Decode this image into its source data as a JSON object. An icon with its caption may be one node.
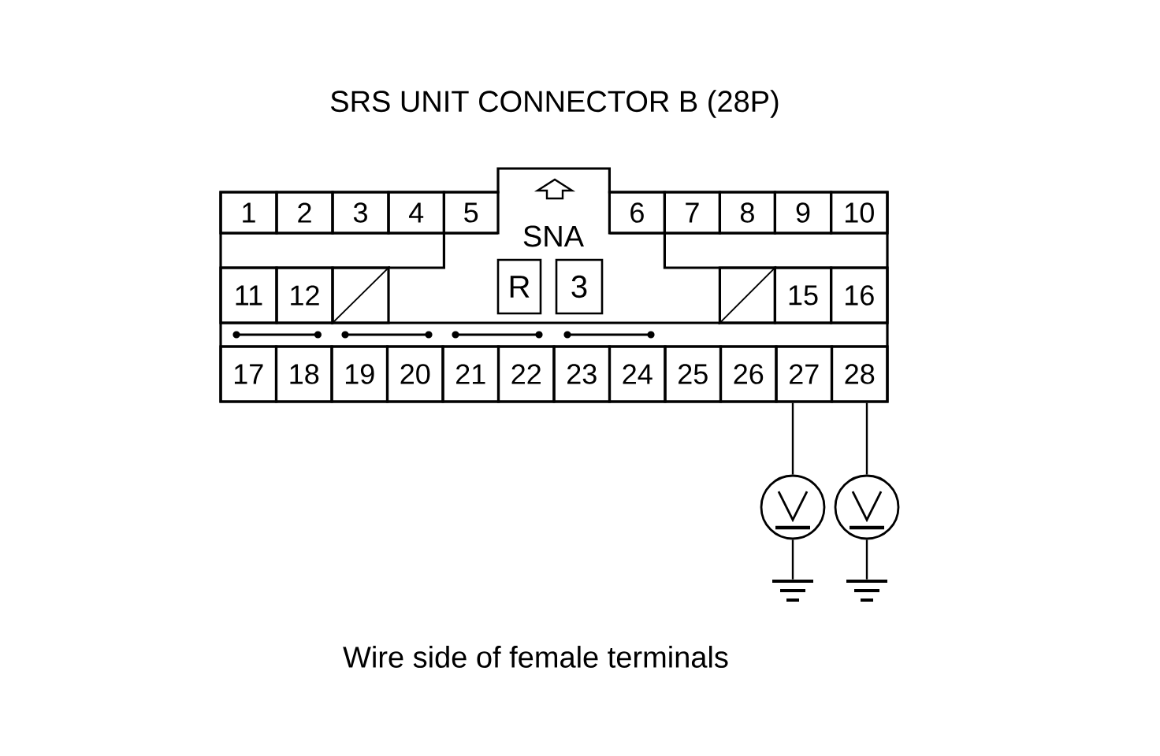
{
  "diagram": {
    "title": "SRS UNIT CONNECTOR B (28P)",
    "caption": "Wire side of female terminals",
    "nodes": [
      {
        "text": [
          "1"
        ]
      },
      {
        "text": [
          "2"
        ]
      },
      {
        "text": [
          "3"
        ]
      },
      {
        "text": [
          "4"
        ]
      },
      {
        "text": [
          "5"
        ]
      },
      {
        "text": [
          "6"
        ]
      },
      {
        "text": [
          "7"
        ]
      },
      {
        "text": [
          "8"
        ]
      },
      {
        "text": [
          "9"
        ]
      },
      {
        "text": [
          "10"
        ]
      },
      {
        "text": [
          "11"
        ]
      },
      {
        "text": [
          "12"
        ]
      },
      {
        "text": [],
        "shape": "box"
      },
      {
        "text": [
          "R"
        ]
      },
      {
        "text": [
          "3"
        ]
      },
      {
        "text": [],
        "shape": "box"
      },
      {
        "text": [
          "15"
        ]
      },
      {
        "text": [
          "16"
        ]
      },
      {
        "text": [
          "17"
        ]
      },
      {
        "text": [
          "18"
        ]
      },
      {
        "text": [
          "19"
        ]
      },
      {
        "text": [
          "20"
        ]
      },
      {
        "text": [
          "21"
        ]
      },
      {
        "text": [
          "22"
        ]
      },
      {
        "text": [
          "23"
        ]
      },
      {
        "text": [
          "24"
        ]
      },
      {
        "text": [
          "25"
        ]
      },
      {
        "text": [
          "26"
        ]
      },
      {
        "text": [
          "27"
        ]
      },
      {
        "text": [
          "28"
        ]
      },
      {
        "text": [],
        "shape": "circle"
      },
      {
        "text": [],
        "shape": "circle"
      },
      {
        "text": [],
        "shape": "ground"
      },
      {
        "text": [],
        "shape": "ground"
      }
    ],
    "edges": [
      {
        "from": 28,
        "to": 30,
        "arrow": "none"
      },
      {
        "from": 29,
        "to": 31,
        "arrow": "none"
      },
      {
        "from": 30,
        "to": 32,
        "arrow": "none"
      },
      {
        "from": 31,
        "to": 33,
        "arrow": "none"
      }
    ],
    "labels": [
      "SNA"
    ]
  }
}
